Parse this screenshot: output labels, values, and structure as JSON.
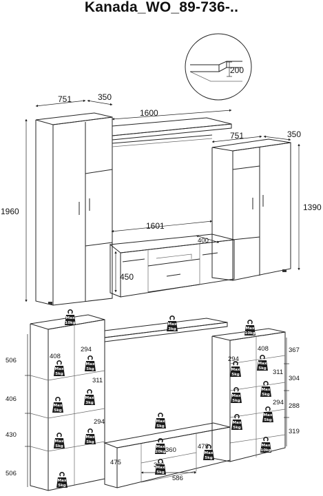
{
  "title": "Kanada_WO_89-736-..",
  "top_view": {
    "detail": "200",
    "left_tower": {
      "width": "751",
      "depth": "350",
      "height": "1960"
    },
    "bridge": {
      "width": "1600"
    },
    "right_tower": {
      "width": "751",
      "depth": "350",
      "height": "1390"
    },
    "tv_stand": {
      "width": "1601",
      "depth": "400",
      "height": "450"
    }
  },
  "bottom_view": {
    "left_heights": [
      "506",
      "406",
      "430",
      "506"
    ],
    "right_heights": [
      "367",
      "304",
      "288",
      "319"
    ],
    "left_shelf_dims": [
      "408",
      "294",
      "311",
      "294"
    ],
    "right_shelf_dims": [
      "294",
      "408",
      "311",
      "294"
    ],
    "stand_dims": [
      "475",
      "360",
      "475",
      "386",
      "586"
    ],
    "weights": {
      "top_left": {
        "max": "Max",
        "load": "10kg"
      },
      "bridge": {
        "max": "Max",
        "load": "3kg"
      },
      "top_right": {
        "max": "Max",
        "load": "10kg"
      },
      "stand_center": {
        "max": "Max",
        "load": "20kg"
      },
      "shelf": {
        "max": "Max",
        "load": "5kg"
      },
      "shelf_small": {
        "max": "Max",
        "load": "3kg"
      }
    }
  }
}
